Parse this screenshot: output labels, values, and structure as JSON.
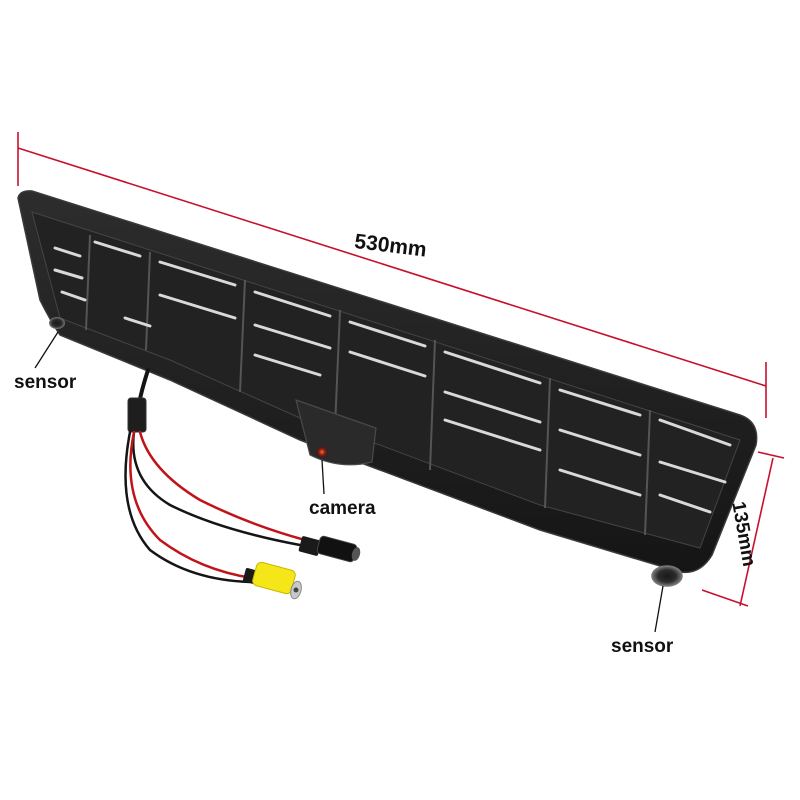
{
  "labels": {
    "width_dimension": "530mm",
    "height_dimension": "135mm",
    "sensor_left": "sensor",
    "camera": "camera",
    "sensor_right": "sensor"
  },
  "colors": {
    "dimension_line": "#c8102e",
    "frame": "#1c1c1c",
    "frame_highlight": "#3a3a3a",
    "wire_red": "#c0141b",
    "wire_black": "#151515",
    "rca_yellow": "#f5e61a",
    "sensor_ring": "#5a5a5a"
  }
}
